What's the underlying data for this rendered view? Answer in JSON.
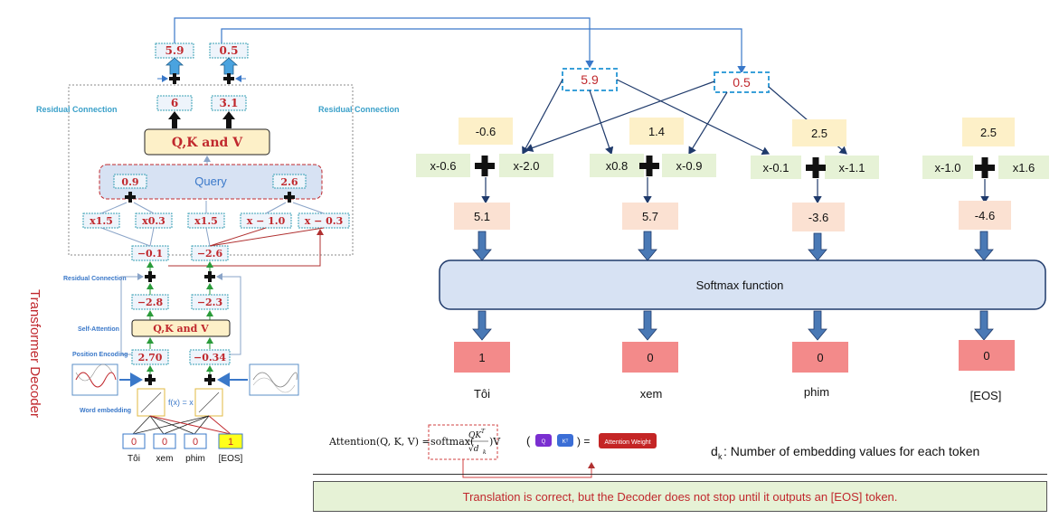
{
  "left": {
    "side_label": "Transformer Decoder",
    "residual_left": "Residual Connection",
    "residual_right": "Residual Connection",
    "residual_small": "Residual Connection",
    "self_attention": "Self-Attention",
    "position_encoding": "Position Encoding",
    "word_embedding": "Word embedding",
    "fx": "f(x) = x",
    "top_outputs": [
      "5.9",
      "0.5"
    ],
    "mid_outputs": [
      "6",
      "3.1"
    ],
    "qkv_big": "Q,K and V",
    "query_label": "Query",
    "query_values": [
      "0.9",
      "2.6"
    ],
    "weights": [
      "x1.5",
      "x0.3",
      "x1.5",
      "x − 1.0",
      "x − 0.3"
    ],
    "residual_vals": [
      "−0.1",
      "−2.6"
    ],
    "attn_vals": [
      "−2.8",
      "−2.3"
    ],
    "qkv_small": "Q,K and V",
    "pos_vals": [
      "2.70",
      "−0.34"
    ],
    "token_vals": [
      "0",
      "0",
      "0",
      "1"
    ],
    "token_names": [
      "Tôi",
      "xem",
      "phim",
      "[EOS]"
    ]
  },
  "right": {
    "queries": [
      "5.9",
      "0.5"
    ],
    "keys": [
      {
        "value": "-0.6",
        "w1": "x-0.6",
        "w2": "x-2.0",
        "sum": "5.1",
        "prob": "1",
        "token": "Tôi"
      },
      {
        "value": "1.4",
        "w1": "x0.8",
        "w2": "x-0.9",
        "sum": "5.7",
        "prob": "0",
        "token": "xem"
      },
      {
        "value": "2.5",
        "w1": "x-0.1",
        "w2": "x-1.1",
        "sum": "-3.6",
        "prob": "0",
        "token": "phim"
      },
      {
        "value": "2.5",
        "w1": "x-1.0",
        "w2": "x1.6",
        "sum": "-4.6",
        "prob": "0",
        "token": "[EOS]"
      }
    ],
    "softmax": "Softmax function"
  },
  "formula": {
    "lhs": "Attention(Q, K, V) =",
    "softmax": "softmax(",
    "num": "QK",
    "sup": "T",
    "den": "√d",
    "sub": "k",
    "close": ")V",
    "q": "Q",
    "kt": "Kᵀ",
    "attention_weight": "Attention Weight",
    "paren_open": "(",
    "paren_close": ") ="
  },
  "dk_note": {
    "d": "d",
    "k": "k",
    "text": ": Number of embedding values for each token"
  },
  "footer_note": "Translation is correct, but the Decoder does not stop until it outputs an [EOS] token."
}
